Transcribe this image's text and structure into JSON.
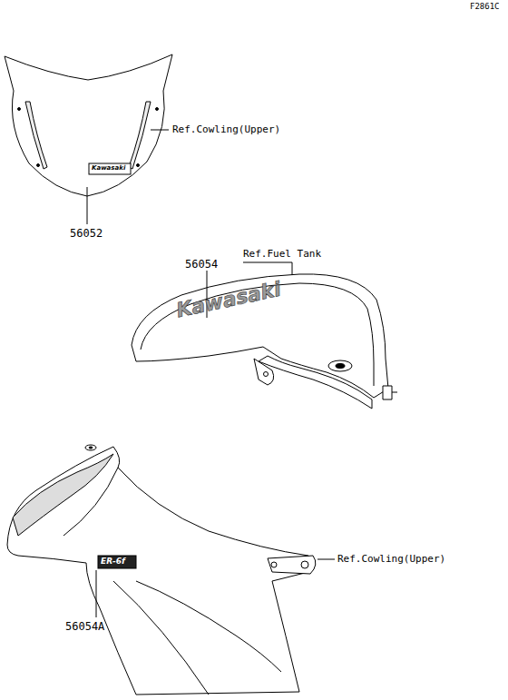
{
  "diagram": {
    "labels": [
      "F2861C",
      "Ref.Cowling(Upper)",
      "Kawasaki",
      "56052",
      "56054",
      "Ref.Fuel Tank",
      "Kawasaki",
      "ER-6f",
      "Ref.Cowling(Upper)",
      "56054A"
    ]
  }
}
